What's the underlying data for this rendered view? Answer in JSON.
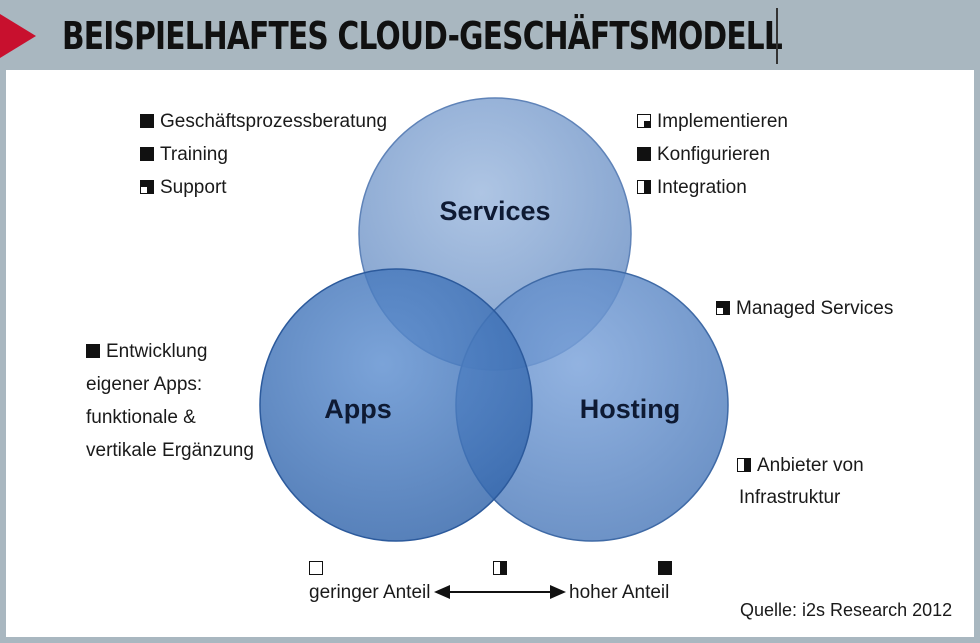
{
  "header": {
    "title": "BEISPIELHAFTES CLOUD-GESCHÄFTSMODELL"
  },
  "circles": {
    "services": "Services",
    "apps": "Apps",
    "hosting": "Hosting"
  },
  "services_left": [
    {
      "label": "Geschäftsprozessberatung",
      "level": "full"
    },
    {
      "label": "Training",
      "level": "full"
    },
    {
      "label": "Support",
      "level": "three-quarter"
    }
  ],
  "services_right": [
    {
      "label": "Implementieren",
      "level": "quarter"
    },
    {
      "label": "Konfigurieren",
      "level": "full"
    },
    {
      "label": "Integration",
      "level": "half"
    }
  ],
  "hosting_items": {
    "managed": {
      "label": "Managed Services",
      "level": "three-quarter"
    },
    "infra": {
      "line1": "Anbieter von",
      "line2": "Infrastruktur",
      "level": "half"
    }
  },
  "apps_item": {
    "line1": "Entwicklung",
    "line2": "eigener Apps:",
    "line3": "funktionale &",
    "line4": "vertikale Ergänzung",
    "level": "full"
  },
  "scale": {
    "low_label": "geringer Anteil",
    "high_label": "hoher Anteil"
  },
  "source": "Quelle: i2s Research 2012",
  "colors": {
    "frame": "#a9b7c0",
    "accent_arrow": "#c8102e",
    "circle_fill": "#4f7fc0"
  }
}
